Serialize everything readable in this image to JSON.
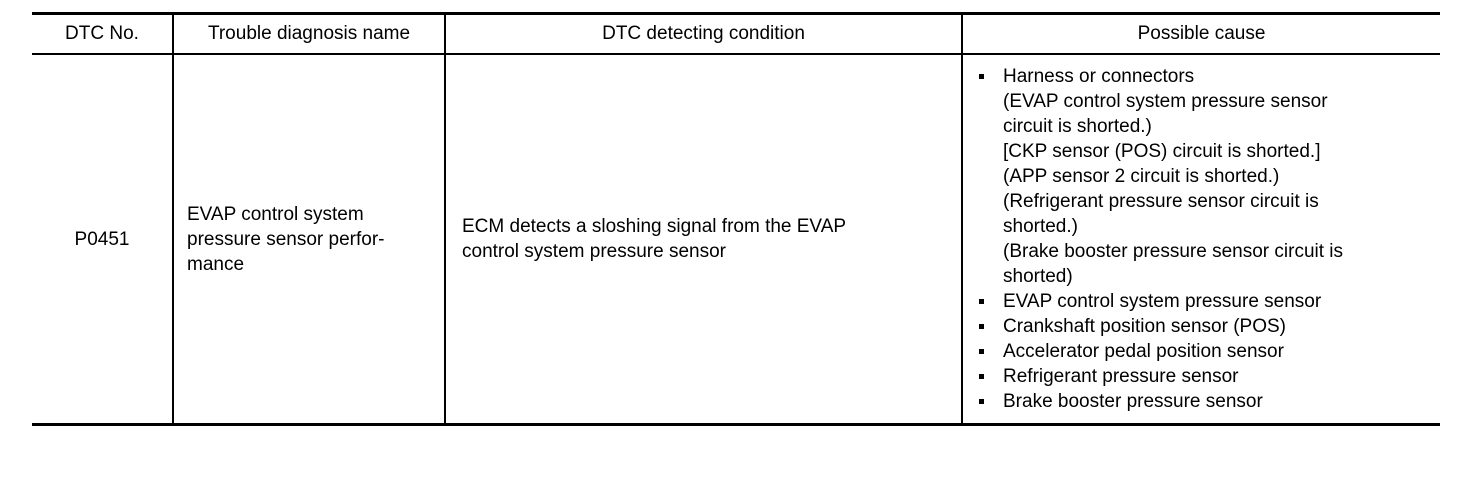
{
  "table": {
    "headers": [
      {
        "key": "dtc_no",
        "label": "DTC No."
      },
      {
        "key": "name",
        "label": "Trouble diagnosis name"
      },
      {
        "key": "condition",
        "label": "DTC detecting condition"
      },
      {
        "key": "cause",
        "label": "Possible cause"
      }
    ],
    "rows": [
      {
        "dtc_no": "P0451",
        "trouble_diagnosis_name": "EVAP control system pressure sensor performance",
        "trouble_diagnosis_name_lines": [
          "EVAP control system",
          "pressure sensor perfor-",
          "mance"
        ],
        "dtc_detecting_condition": "ECM detects a sloshing signal from the EVAP control system pressure sensor",
        "dtc_detecting_condition_lines": [
          "ECM detects a sloshing signal from the EVAP",
          "control system pressure sensor"
        ],
        "possible_cause": [
          {
            "text": "Harness or connectors (EVAP control system pressure sensor circuit is shorted.) [CKP sensor (POS) circuit is shorted.] (APP sensor 2 circuit is shorted.) (Refrigerant pressure sensor circuit is shorted.) (Brake booster pressure sensor circuit is shorted)",
            "lines": [
              "Harness or connectors",
              "(EVAP control system pressure sensor",
              "circuit is shorted.)",
              "[CKP sensor (POS) circuit is shorted.]",
              "(APP sensor 2 circuit is shorted.)",
              "(Refrigerant pressure sensor circuit is",
              "shorted.)",
              "(Brake booster pressure sensor circuit is",
              "shorted)"
            ]
          },
          {
            "text": "EVAP control system pressure sensor",
            "lines": [
              "EVAP control system pressure sensor"
            ]
          },
          {
            "text": "Crankshaft position sensor (POS)",
            "lines": [
              "Crankshaft position sensor (POS)"
            ]
          },
          {
            "text": "Accelerator pedal position sensor",
            "lines": [
              "Accelerator pedal position sensor"
            ]
          },
          {
            "text": "Refrigerant pressure sensor",
            "lines": [
              "Refrigerant pressure sensor"
            ]
          },
          {
            "text": "Brake booster pressure sensor",
            "lines": [
              "Brake booster pressure sensor"
            ]
          }
        ]
      }
    ]
  },
  "style": {
    "text_color": "#000000",
    "background": "#ffffff",
    "rule_color": "#000000"
  }
}
